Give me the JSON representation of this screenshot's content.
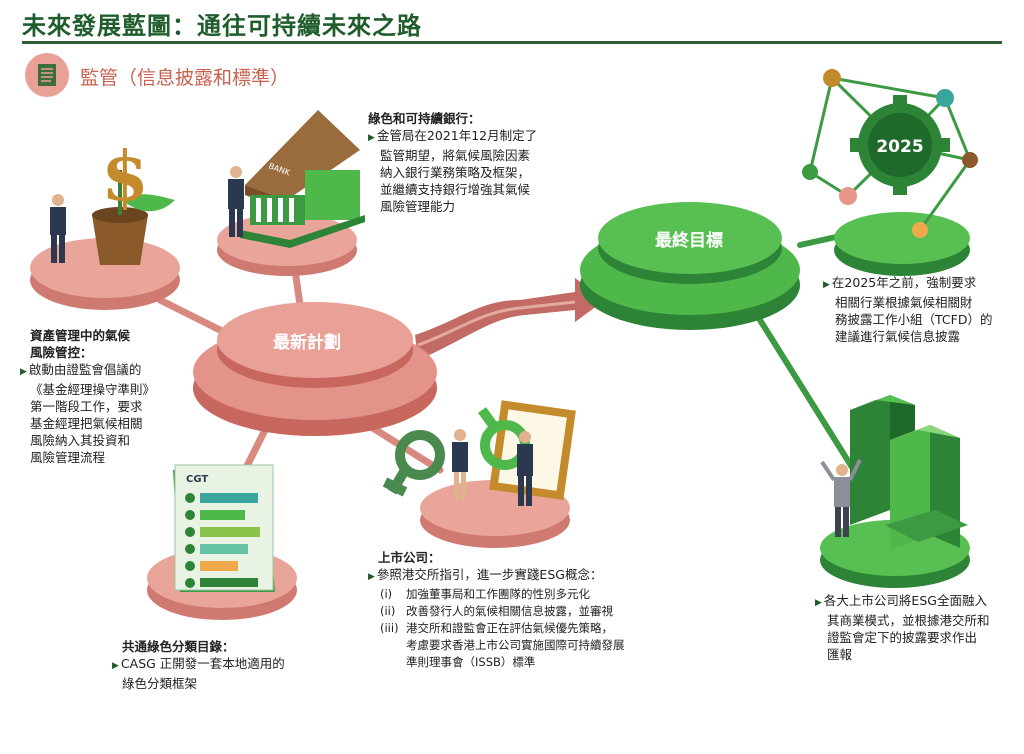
{
  "header": {
    "title": "未來發展藍圖：通往可持續未來之路",
    "section": "監管（信息披露和標準）"
  },
  "hubs": {
    "plan": "最新計劃",
    "goal": "最終目標"
  },
  "icons": {
    "bank_sign": "BANK",
    "cgt_label": "CGT",
    "gear_year": "2025"
  },
  "blocks": {
    "green_bank": {
      "heading": "綠色和可持續銀行：",
      "lines": [
        "金管局在2021年12月制定了",
        "監管期望，將氣候風險因素",
        "納入銀行業務策略及框架，",
        "並繼續支持銀行增強其氣候",
        "風險管理能力"
      ]
    },
    "asset_mgmt": {
      "heading_lines": [
        "資產管理中的氣候",
        "風險管控："
      ],
      "lines": [
        "啟動由證監會倡議的",
        "《基金經理操守準則》",
        "第一階段工作，要求",
        "基金經理把氣候相關",
        "風險納入其投資和",
        "風險管理流程"
      ]
    },
    "cgt": {
      "heading": "共通綠色分類目錄：",
      "lines": [
        "CASG 正開發一套本地適用的",
        "綠色分類框架"
      ]
    },
    "listed": {
      "heading": "上市公司：",
      "intro": "參照港交所指引，進一步實踐ESG概念：",
      "items": [
        {
          "num": "(i)",
          "text": "加強董事局和工作團隊的性別多元化"
        },
        {
          "num": "(ii)",
          "text": "改善發行人的氣候相關信息披露，並審視"
        },
        {
          "num": "(iii)",
          "text": "港交所和證監會正在評估氣候優先策略，"
        }
      ],
      "cont": [
        "考慮要求香港上市公司實施國際可持續發展",
        "準則理事會（ISSB）標準"
      ]
    },
    "tcfd": {
      "lines": [
        "在2025年之前，強制要求",
        "相關行業根據氣候相關財",
        "務披露工作小組（TCFD）的",
        "建議進行氣候信息披露"
      ]
    },
    "esg": {
      "lines": [
        "各大上市公司將ESG全面融入",
        "其商業模式，並根據港交所和",
        "證監會定下的披露要求作出",
        "匯報"
      ]
    }
  },
  "colors": {
    "pink": "#e8968a",
    "pink_dark": "#d57a70",
    "green": "#4fb84a",
    "green_dark": "#2f8a37",
    "title_green": "#1f5d2c"
  }
}
